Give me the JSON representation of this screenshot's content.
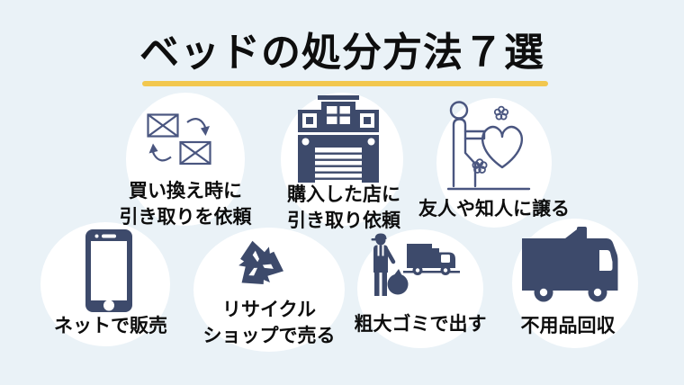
{
  "title": {
    "text": "ベッドの処分方法７選"
  },
  "colors": {
    "background": "#eaf2f7",
    "navy_fill": "#3d4a6b",
    "navy_outline": "#4a5680",
    "underline_yellow": "#f2c74e",
    "circle_white": "#ffffff",
    "text_black": "#0d0d0d"
  },
  "items": [
    {
      "icon": "envelope-swap-icon",
      "label_lines": [
        "買い換え時に",
        "引き取りを依頼"
      ]
    },
    {
      "icon": "store-icon",
      "label_lines": [
        "購入した店に",
        "引き取り依頼"
      ]
    },
    {
      "icon": "give-heart-icon",
      "label_lines": [
        "友人や知人に譲る"
      ]
    },
    {
      "icon": "smartphone-icon",
      "label_lines": [
        "ネットで販売"
      ]
    },
    {
      "icon": "recycle-icon",
      "label_lines": [
        "リサイクル",
        "ショップで売る"
      ]
    },
    {
      "icon": "bulky-waste-icon",
      "label_lines": [
        "粗大ゴミで出す"
      ]
    },
    {
      "icon": "pickup-truck-icon",
      "label_lines": [
        "不用品回収"
      ]
    }
  ]
}
